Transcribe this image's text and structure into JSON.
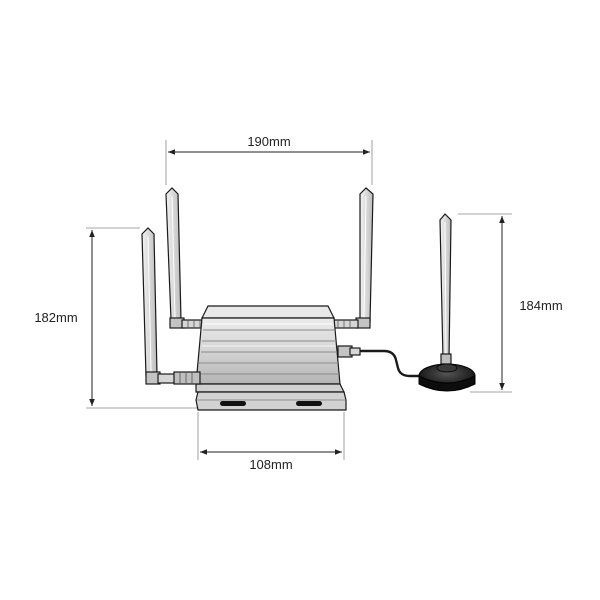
{
  "dimensions": {
    "width_top": "190mm",
    "height_left": "182mm",
    "height_right": "184mm",
    "width_bottom": "108mm"
  },
  "colors": {
    "line": "#222222",
    "body_light": "#e2e2e2",
    "body_mid": "#c8c8c8",
    "body_dark": "#9a9a9a",
    "antenna": "#dcdcdc",
    "base_black": "#111111"
  }
}
